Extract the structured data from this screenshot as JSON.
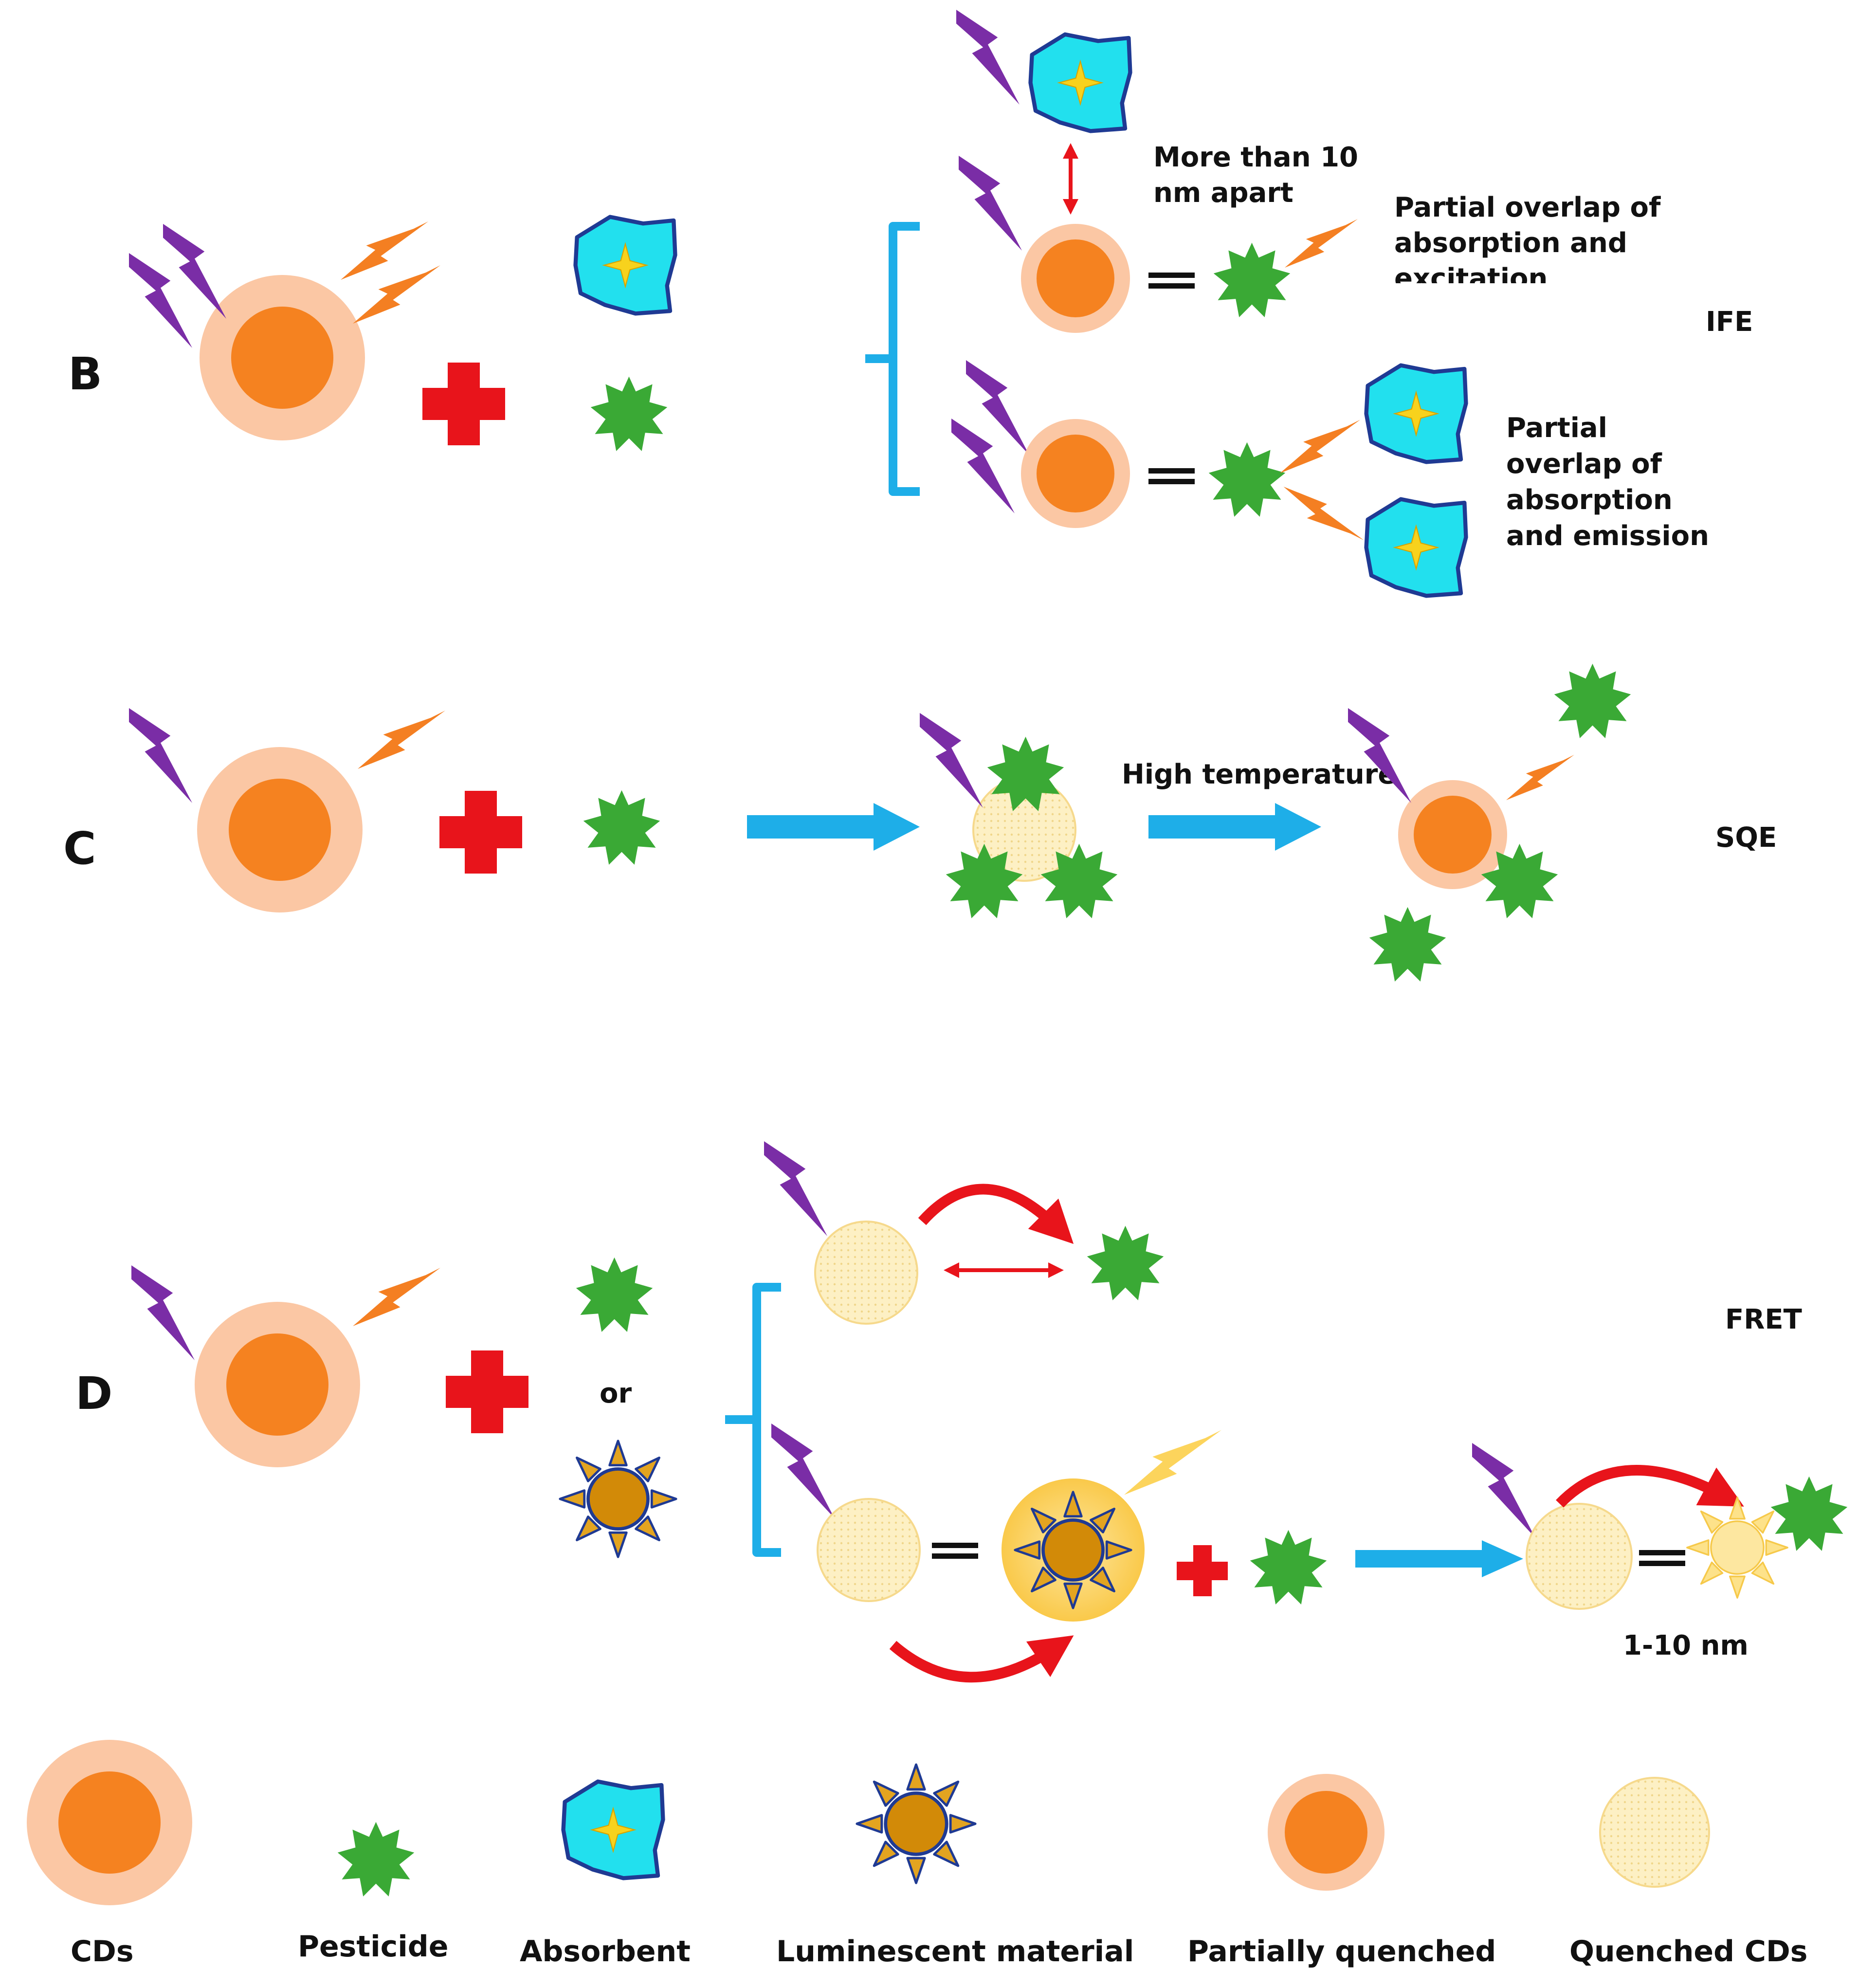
{
  "panels": {
    "B": {
      "letter": "B",
      "mechanism": "IFE",
      "distance_note": [
        "More than 10",
        "nm apart"
      ],
      "overlap_excitation": [
        "Partial overlap of",
        "absorption and",
        "excitation"
      ],
      "overlap_emission": [
        "Partial",
        "overlap of",
        "absorption",
        "and emission"
      ]
    },
    "C": {
      "letter": "C",
      "mechanism": "SQE",
      "condition": "High temperature"
    },
    "D": {
      "letter": "D",
      "mechanism": "FRET",
      "or_word": "or",
      "distance": "1-10 nm"
    }
  },
  "legend": {
    "cds": "CDs",
    "pesticide": "Pesticide",
    "absorbent": "Absorbent",
    "luminescent": "Luminescent material",
    "partially_quenched": "Partially quenched",
    "quenched": "Quenched CDs"
  },
  "colors": {
    "cd_core": "#f58220",
    "cd_shell": "#fbc7a4",
    "quenched_fill": "#fdf0c4",
    "pesticide": "#3aa935",
    "absorbent": "#22e0ee",
    "absorbent_border": "#1f3a93",
    "luminescent_core": "#d28a08",
    "luminescent_ray": "#e3a420",
    "glow": "#fcd45c",
    "excitation": "#7a2da6",
    "emission": "#f47f22",
    "plus": "#e8141b",
    "arrow": "#1eaee8",
    "red_arrow": "#e8141b",
    "bracket": "#1eaee8"
  }
}
